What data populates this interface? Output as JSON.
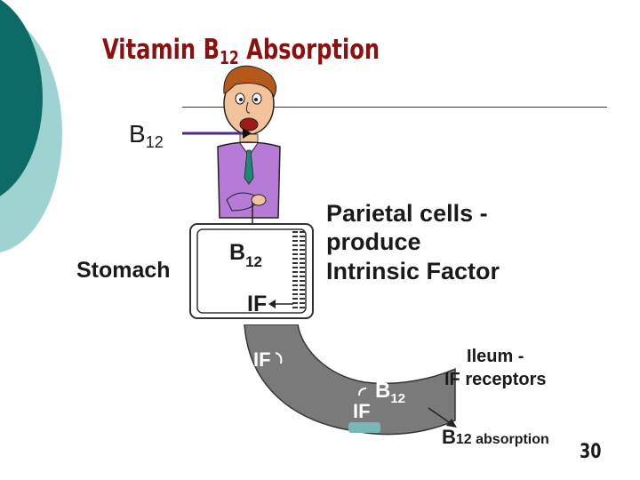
{
  "title": {
    "prefix": "Vitamin  B",
    "sub": "12",
    "suffix": "  Absorption"
  },
  "labels": {
    "b12_main": "B",
    "b12_main_sub": "12",
    "stomach": "Stomach",
    "stomach_b": "B",
    "stomach_b_sub": "12",
    "stomach_if": "IF",
    "parietal_line1": "Parietal cells -",
    "parietal_line2": "produce",
    "parietal_line3": "Intrinsic Factor",
    "duct_if": "IF",
    "complex_if": "IF",
    "complex_b": "B",
    "complex_b_sub": "12",
    "ileum_line1": "Ileum -",
    "ileum_line2": "IF receptors",
    "absorb_b": "B",
    "absorb_text": "12 absorption"
  },
  "page_number": "30",
  "colors": {
    "title": "#8b1010",
    "teal_dark": "#0d6b67",
    "teal_light": "#9fd3d1",
    "intestine": "#7a7a7a",
    "arrow": "#4b2a8a"
  },
  "icons": [
    "person-clipart",
    "stomach-diagram",
    "intestine-diagram"
  ]
}
